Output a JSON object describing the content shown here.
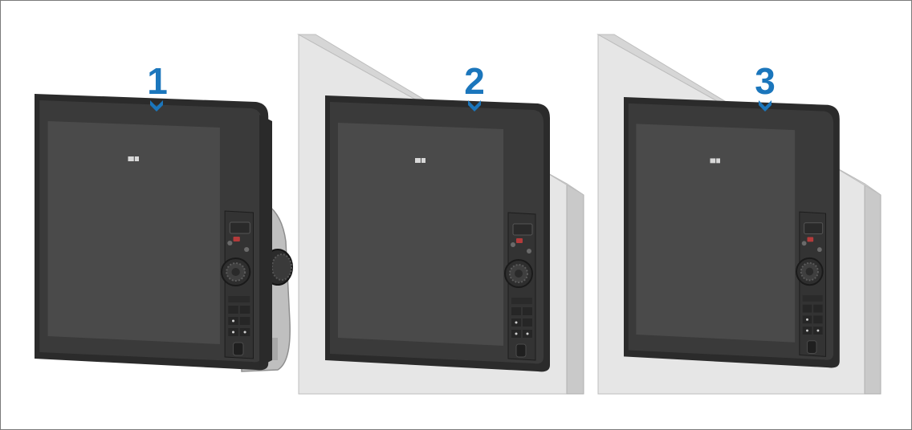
{
  "steps": [
    {
      "number": "1"
    },
    {
      "number": "2"
    },
    {
      "number": "3"
    }
  ],
  "colors": {
    "accent": "#1b76bc",
    "frame": "#3a3a3a",
    "bezel": "#2c2c2c",
    "screen": "#4a4a4a",
    "panel_face": "#e6e6e6",
    "panel_edge": "#c9c9c9",
    "bracket": "#bfbfbf"
  },
  "icons": [
    "brand-logo-icon",
    "rotary-knob-icon",
    "power-button-icon",
    "down-arrow-icon"
  ]
}
